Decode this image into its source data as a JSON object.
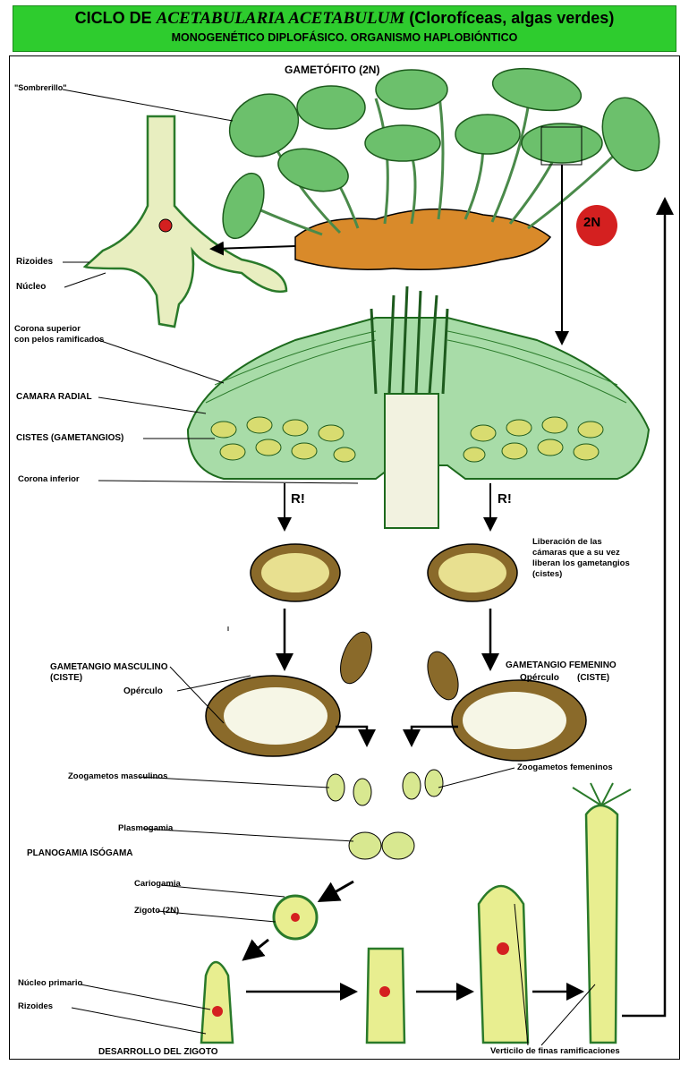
{
  "header": {
    "prefix": "CICLO DE ",
    "species": "ACETABULARIA ACETABULUM",
    "suffix": " (Clorofíceas, algas verdes)",
    "subtitle": "MONOGENÉTICO DIPLOFÁSICO. ORGANISMO HAPLOBIÓNTICO"
  },
  "labels": {
    "gametofito": "GAMETÓFITO (2N)",
    "sombrerillo": "\"Sombrerillo\"",
    "rizoides_top": "Rizoides",
    "nucleo": "Núcleo",
    "ploidy": "2N",
    "corona_superior_1": "Corona superior",
    "corona_superior_2": "con pelos ramificados",
    "camara_radial": "CAMARA RADIAL",
    "cistes": "CISTES (GAMETANGIOS)",
    "corona_inferior": "Corona inferior",
    "r_left": "R!",
    "r_right": "R!",
    "liberacion_1": "Liberación de las",
    "liberacion_2": "cámaras que a su vez",
    "liberacion_3": "liberan los gametangios",
    "liberacion_4": "(cistes)",
    "gam_masc_1": "GAMETANGIO MASCULINO",
    "gam_masc_2": "(CISTE)",
    "operculo_left": "Opérculo",
    "gam_fem_1": "GAMETANGIO FEMENINO",
    "operculo_right": "Opérculo",
    "gam_fem_2": "(CISTE)",
    "zoo_masc": "Zoogametos masculinos",
    "zoo_fem": "Zoogametos femeninos",
    "plasmogamia": "Plasmogamia",
    "planogamia": "PLANOGAMIA ISÓGAMA",
    "cariogamia": "Cariogamia",
    "zigoto": "Zigoto (2N)",
    "nucleo_primario": "Núcleo primario",
    "rizoides_bottom": "Rizoides",
    "desarrollo": "DESARROLLO DEL ZIGOTO",
    "verticilo": "Verticilo de finas ramificaciones"
  },
  "colors": {
    "header_bg": "#2ecc2e",
    "cap_green": "#6cc06c",
    "cell_yellow": "#eef2b0",
    "cyst_brown": "#8a6a2a",
    "substrate": "#d98a2a",
    "nucleus_red": "#d42020"
  }
}
